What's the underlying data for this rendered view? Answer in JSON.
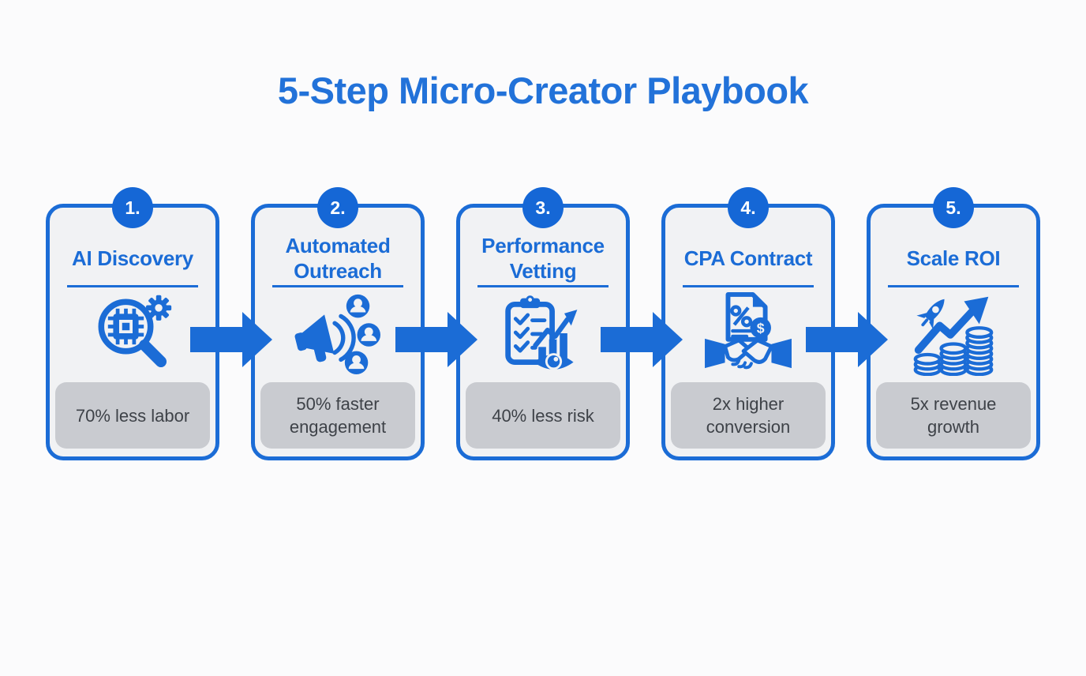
{
  "header": {
    "title": "5-Step Micro-Creator Playbook"
  },
  "colors": {
    "accent_blue": "#1b6cd6",
    "badge_blue": "#1567d6",
    "title_blue": "#2272d9",
    "card_background": "#f1f2f4",
    "stat_background": "#c9cbd0",
    "stat_text": "#3e4248",
    "page_background": "#fbfbfc"
  },
  "steps": [
    {
      "number": "1.",
      "title": "AI Discovery",
      "stat": "70% less labor",
      "icon": "ai-discovery-search-icon"
    },
    {
      "number": "2.",
      "title": "Automated Outreach",
      "stat": "50% faster engagement",
      "icon": "megaphone-outreach-icon"
    },
    {
      "number": "3.",
      "title": "Performance Vetting",
      "stat": "40% less risk",
      "icon": "clipboard-analytics-eye-icon"
    },
    {
      "number": "4.",
      "title": "CPA Contract",
      "stat": "2x higher conversion",
      "icon": "contract-handshake-icon"
    },
    {
      "number": "5.",
      "title": "Scale ROI",
      "stat": "5x revenue growth",
      "icon": "rocket-growth-coins-icon"
    }
  ]
}
